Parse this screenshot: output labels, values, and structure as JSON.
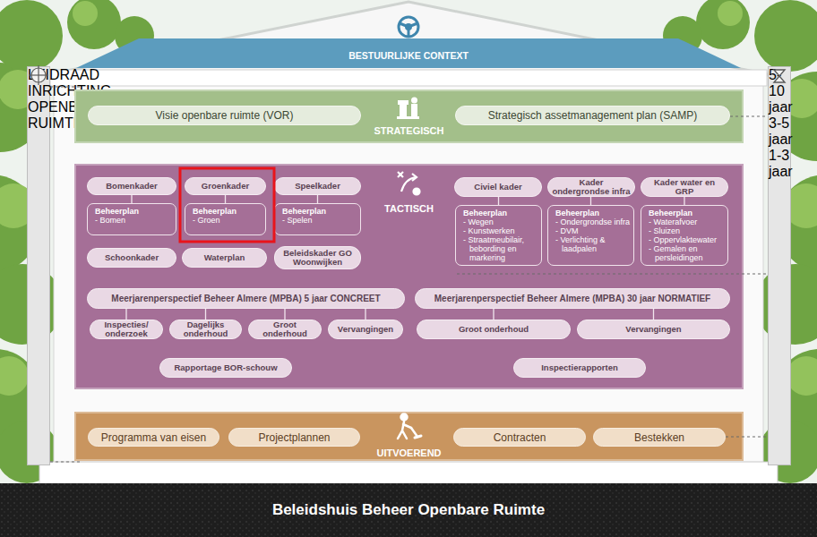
{
  "diagram": {
    "title": "Beleidshuis Beheer Openbare Ruimte",
    "nodes": [
      {
        "text": [
          "BESTUURLIJKE CONTEXT"
        ]
      },
      {
        "text": [
          "LEIDRAAD INRICHTING OPENBARE RUIMTE"
        ]
      },
      {
        "text": [
          "5-10 jaar",
          "3-5 jaar",
          "1-3 jaar"
        ]
      },
      {
        "text": [
          "STRATEGISCH"
        ]
      },
      {
        "text": [
          "Visie openbare ruimte (VOR)"
        ],
        "in": 3
      },
      {
        "text": [
          "Strategisch assetmanagement plan (SAMP)"
        ],
        "in": 3
      },
      {
        "text": [
          "TACTISCH"
        ]
      },
      {
        "text": [
          "Bomenkader"
        ],
        "in": 6
      },
      {
        "text": [
          "Groenkader"
        ],
        "in": 6
      },
      {
        "text": [
          "Speelkader"
        ],
        "in": 6
      },
      {
        "text": [
          "Beheerplan",
          "- Bomen"
        ],
        "in": 6
      },
      {
        "text": [
          "Beheerplan",
          "- Groen"
        ],
        "in": 6
      },
      {
        "text": [
          "Beheerplan",
          "- Spelen"
        ],
        "in": 6
      },
      {
        "text": [
          "Civiel kader"
        ],
        "in": 6
      },
      {
        "text": [
          "Kader ondergrondse infra"
        ],
        "in": 6
      },
      {
        "text": [
          "Kader water en GRP"
        ],
        "in": 6
      },
      {
        "text": [
          "Beheerplan",
          "- Wegen",
          "- Kunstwerken",
          "- Straatmeubilair, bebording en markering"
        ],
        "in": 6
      },
      {
        "text": [
          "Beheerplan",
          "- Ondergrondse infra",
          "- DVM",
          "- Verlichting & laadpalen"
        ],
        "in": 6
      },
      {
        "text": [
          "Beheerplan",
          "- Waterafvoer",
          "- Sluizen",
          "- Oppervlaktewater",
          "- Gemalen en persleidingen"
        ],
        "in": 6
      },
      {
        "text": [
          "Schoonkader"
        ],
        "in": 6
      },
      {
        "text": [
          "Waterplan"
        ],
        "in": 6
      },
      {
        "text": [
          "Beleidskader GO Woonwijken"
        ],
        "in": 6
      },
      {
        "text": [
          "Meerjarenperspectief Beheer Almere (MPBA) 5 jaar CONCREET"
        ],
        "in": 6
      },
      {
        "text": [
          "Inspecties/ onderzoek"
        ],
        "in": 6
      },
      {
        "text": [
          "Dagelijks onderhoud"
        ],
        "in": 6
      },
      {
        "text": [
          "Groot onderhoud"
        ],
        "in": 6
      },
      {
        "text": [
          "Vervangingen"
        ],
        "in": 6
      },
      {
        "text": [
          "Meerjarenperspectief Beheer Almere (MPBA) 30 jaar NORMATIEF"
        ],
        "in": 6
      },
      {
        "text": [
          "Groot onderhoud"
        ],
        "in": 6
      },
      {
        "text": [
          "Vervangingen"
        ],
        "in": 6
      },
      {
        "text": [
          "Rapportage BOR-schouw"
        ],
        "in": 6
      },
      {
        "text": [
          "Inspectierapporten"
        ],
        "in": 6
      },
      {
        "text": [
          "UITVOEREND"
        ]
      },
      {
        "text": [
          "Programma van eisen"
        ],
        "in": 32
      },
      {
        "text": [
          "Projectplannen"
        ],
        "in": 32
      },
      {
        "text": [
          "Contracten"
        ],
        "in": 32
      },
      {
        "text": [
          "Bestekken"
        ],
        "in": 32
      }
    ],
    "edges": [
      {
        "from": 7,
        "to": 10,
        "arrow": "none"
      },
      {
        "from": 8,
        "to": 11,
        "arrow": "none"
      },
      {
        "from": 9,
        "to": 12,
        "arrow": "none"
      },
      {
        "from": 13,
        "to": 16,
        "arrow": "none"
      },
      {
        "from": 14,
        "to": 17,
        "arrow": "none"
      },
      {
        "from": 15,
        "to": 18,
        "arrow": "none"
      },
      {
        "from": 22,
        "to": 23,
        "arrow": "none"
      },
      {
        "from": 22,
        "to": 24,
        "arrow": "none"
      },
      {
        "from": 22,
        "to": 25,
        "arrow": "none"
      },
      {
        "from": 22,
        "to": 26,
        "arrow": "none"
      },
      {
        "from": 27,
        "to": 28,
        "arrow": "none"
      },
      {
        "from": 27,
        "to": 29,
        "arrow": "none"
      }
    ]
  }
}
